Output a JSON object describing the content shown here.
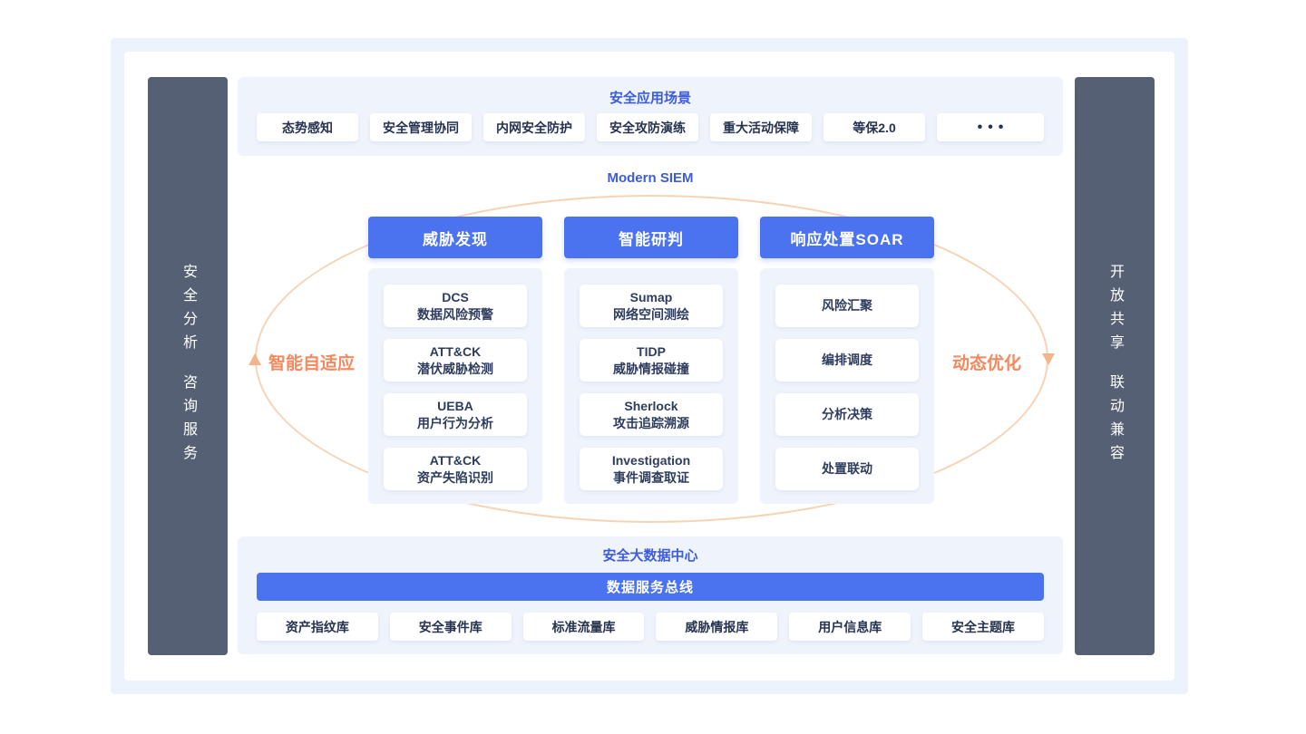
{
  "colors": {
    "accent_blue": "#4B73F0",
    "title_blue": "#3C5CE0",
    "orange_text": "#F7875C",
    "ellipse_stroke": "#F7D3B4",
    "arrow_color": "#F2B488",
    "sidebar_bg": "#566074",
    "section_bg": "#EFF3FB",
    "card_text": "#2E3D5F",
    "frame_bg": "#EDF3FD"
  },
  "left_sidebar": {
    "groups": [
      "安全分析",
      "咨询服务"
    ]
  },
  "right_sidebar": {
    "groups": [
      "开放共享",
      "联动兼容"
    ]
  },
  "scenarios": {
    "title": "安全应用场景",
    "items": [
      "态势感知",
      "安全管理协同",
      "内网安全防护",
      "安全攻防演练",
      "重大活动保障",
      "等保2.0",
      "•••"
    ]
  },
  "siem": {
    "title": "Modern SIEM",
    "left_label": "智能自适应",
    "right_label": "动态优化",
    "columns": [
      {
        "header": "威胁发现",
        "cards": [
          {
            "line1": "DCS",
            "line2": "数据风险预警"
          },
          {
            "line1": "ATT&CK",
            "line2": "潜伏威胁检测"
          },
          {
            "line1": "UEBA",
            "line2": "用户行为分析"
          },
          {
            "line1": "ATT&CK",
            "line2": "资产失陷识别"
          }
        ]
      },
      {
        "header": "智能研判",
        "cards": [
          {
            "line1": "Sumap",
            "line2": "网络空间测绘"
          },
          {
            "line1": "TIDP",
            "line2": "威胁情报碰撞"
          },
          {
            "line1": "Sherlock",
            "line2": "攻击追踪溯源"
          },
          {
            "line1": "Investigation",
            "line2": "事件调查取证"
          }
        ]
      },
      {
        "header": "响应处置SOAR",
        "cards": [
          {
            "line1": "风险汇聚"
          },
          {
            "line1": "编排调度"
          },
          {
            "line1": "分析决策"
          },
          {
            "line1": "处置联动"
          }
        ]
      }
    ]
  },
  "data_center": {
    "title": "安全大数据中心",
    "bus_label": "数据服务总线",
    "databases": [
      "资产指纹库",
      "安全事件库",
      "标准流量库",
      "威胁情报库",
      "用户信息库",
      "安全主题库"
    ]
  }
}
